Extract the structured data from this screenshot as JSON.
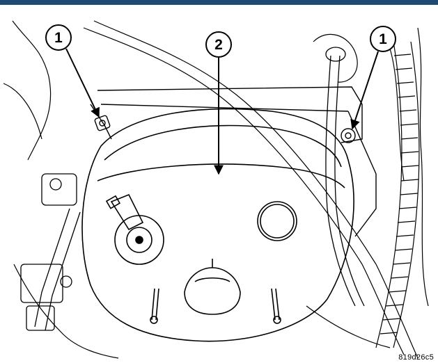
{
  "colors": {
    "top_bar": "#1f4a72",
    "line": "#000000",
    "background": "#ffffff"
  },
  "callouts": [
    {
      "number": "1",
      "target": "booster-mounting-nut-left"
    },
    {
      "number": "2",
      "target": "brake-booster"
    },
    {
      "number": "1",
      "target": "booster-mounting-nut-right"
    }
  ],
  "figure_id": "819d26c5"
}
